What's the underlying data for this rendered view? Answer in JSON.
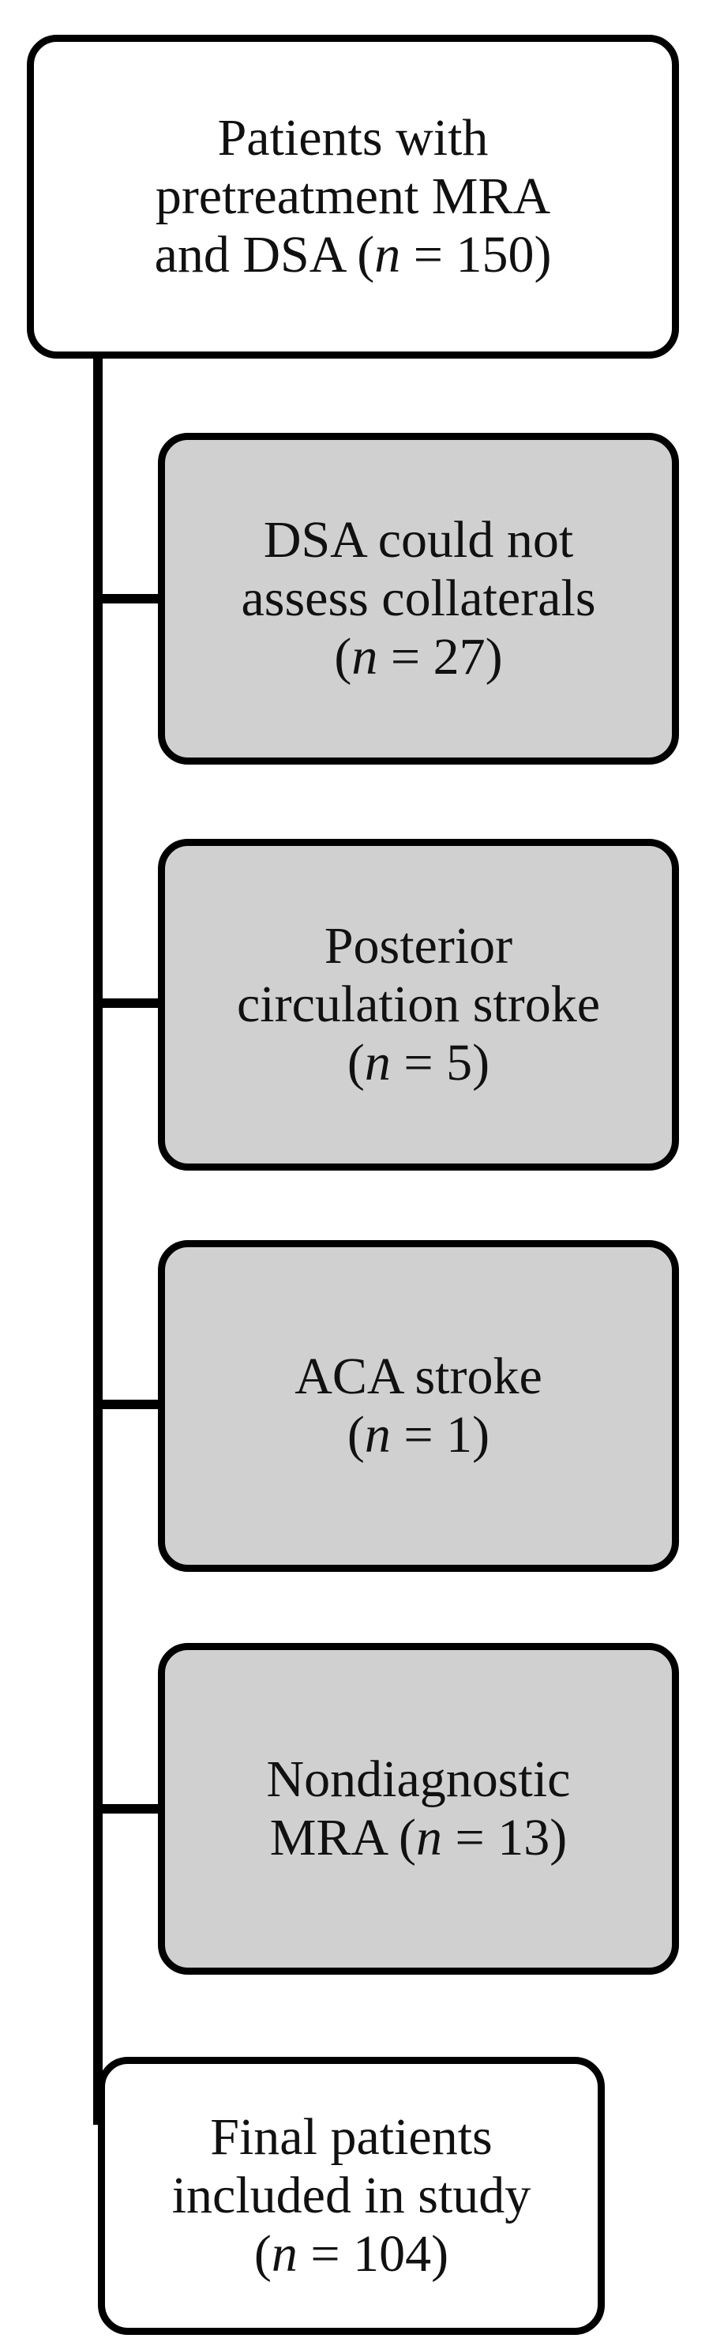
{
  "flowchart": {
    "start": {
      "lines": [
        "Patients with",
        "pretreatment MRA"
      ],
      "last_prefix": "and DSA (",
      "n_symbol": "n",
      "last_suffix": " = 150)"
    },
    "exclusions": [
      {
        "lines": [
          "DSA could not",
          "assess collaterals"
        ],
        "last_prefix": "(",
        "n_symbol": "n",
        "last_suffix": " = 27)"
      },
      {
        "lines": [
          "Posterior",
          "circulation stroke"
        ],
        "last_prefix": "(",
        "n_symbol": "n",
        "last_suffix": " = 5)"
      },
      {
        "lines": [
          "ACA stroke"
        ],
        "last_prefix": "(",
        "n_symbol": "n",
        "last_suffix": " = 1)"
      },
      {
        "lines": [
          "Nondiagnostic"
        ],
        "last_prefix": "MRA  (",
        "n_symbol": "n",
        "last_suffix": " = 13)"
      }
    ],
    "final": {
      "lines": [
        "Final patients",
        "included in study"
      ],
      "last_prefix": "(",
      "n_symbol": "n",
      "last_suffix": " = 104)"
    },
    "colors": {
      "stroke": "#000000",
      "start_fill": "#ffffff",
      "exclusion_fill": "#d0d0d0",
      "final_fill": "#ffffff"
    }
  }
}
